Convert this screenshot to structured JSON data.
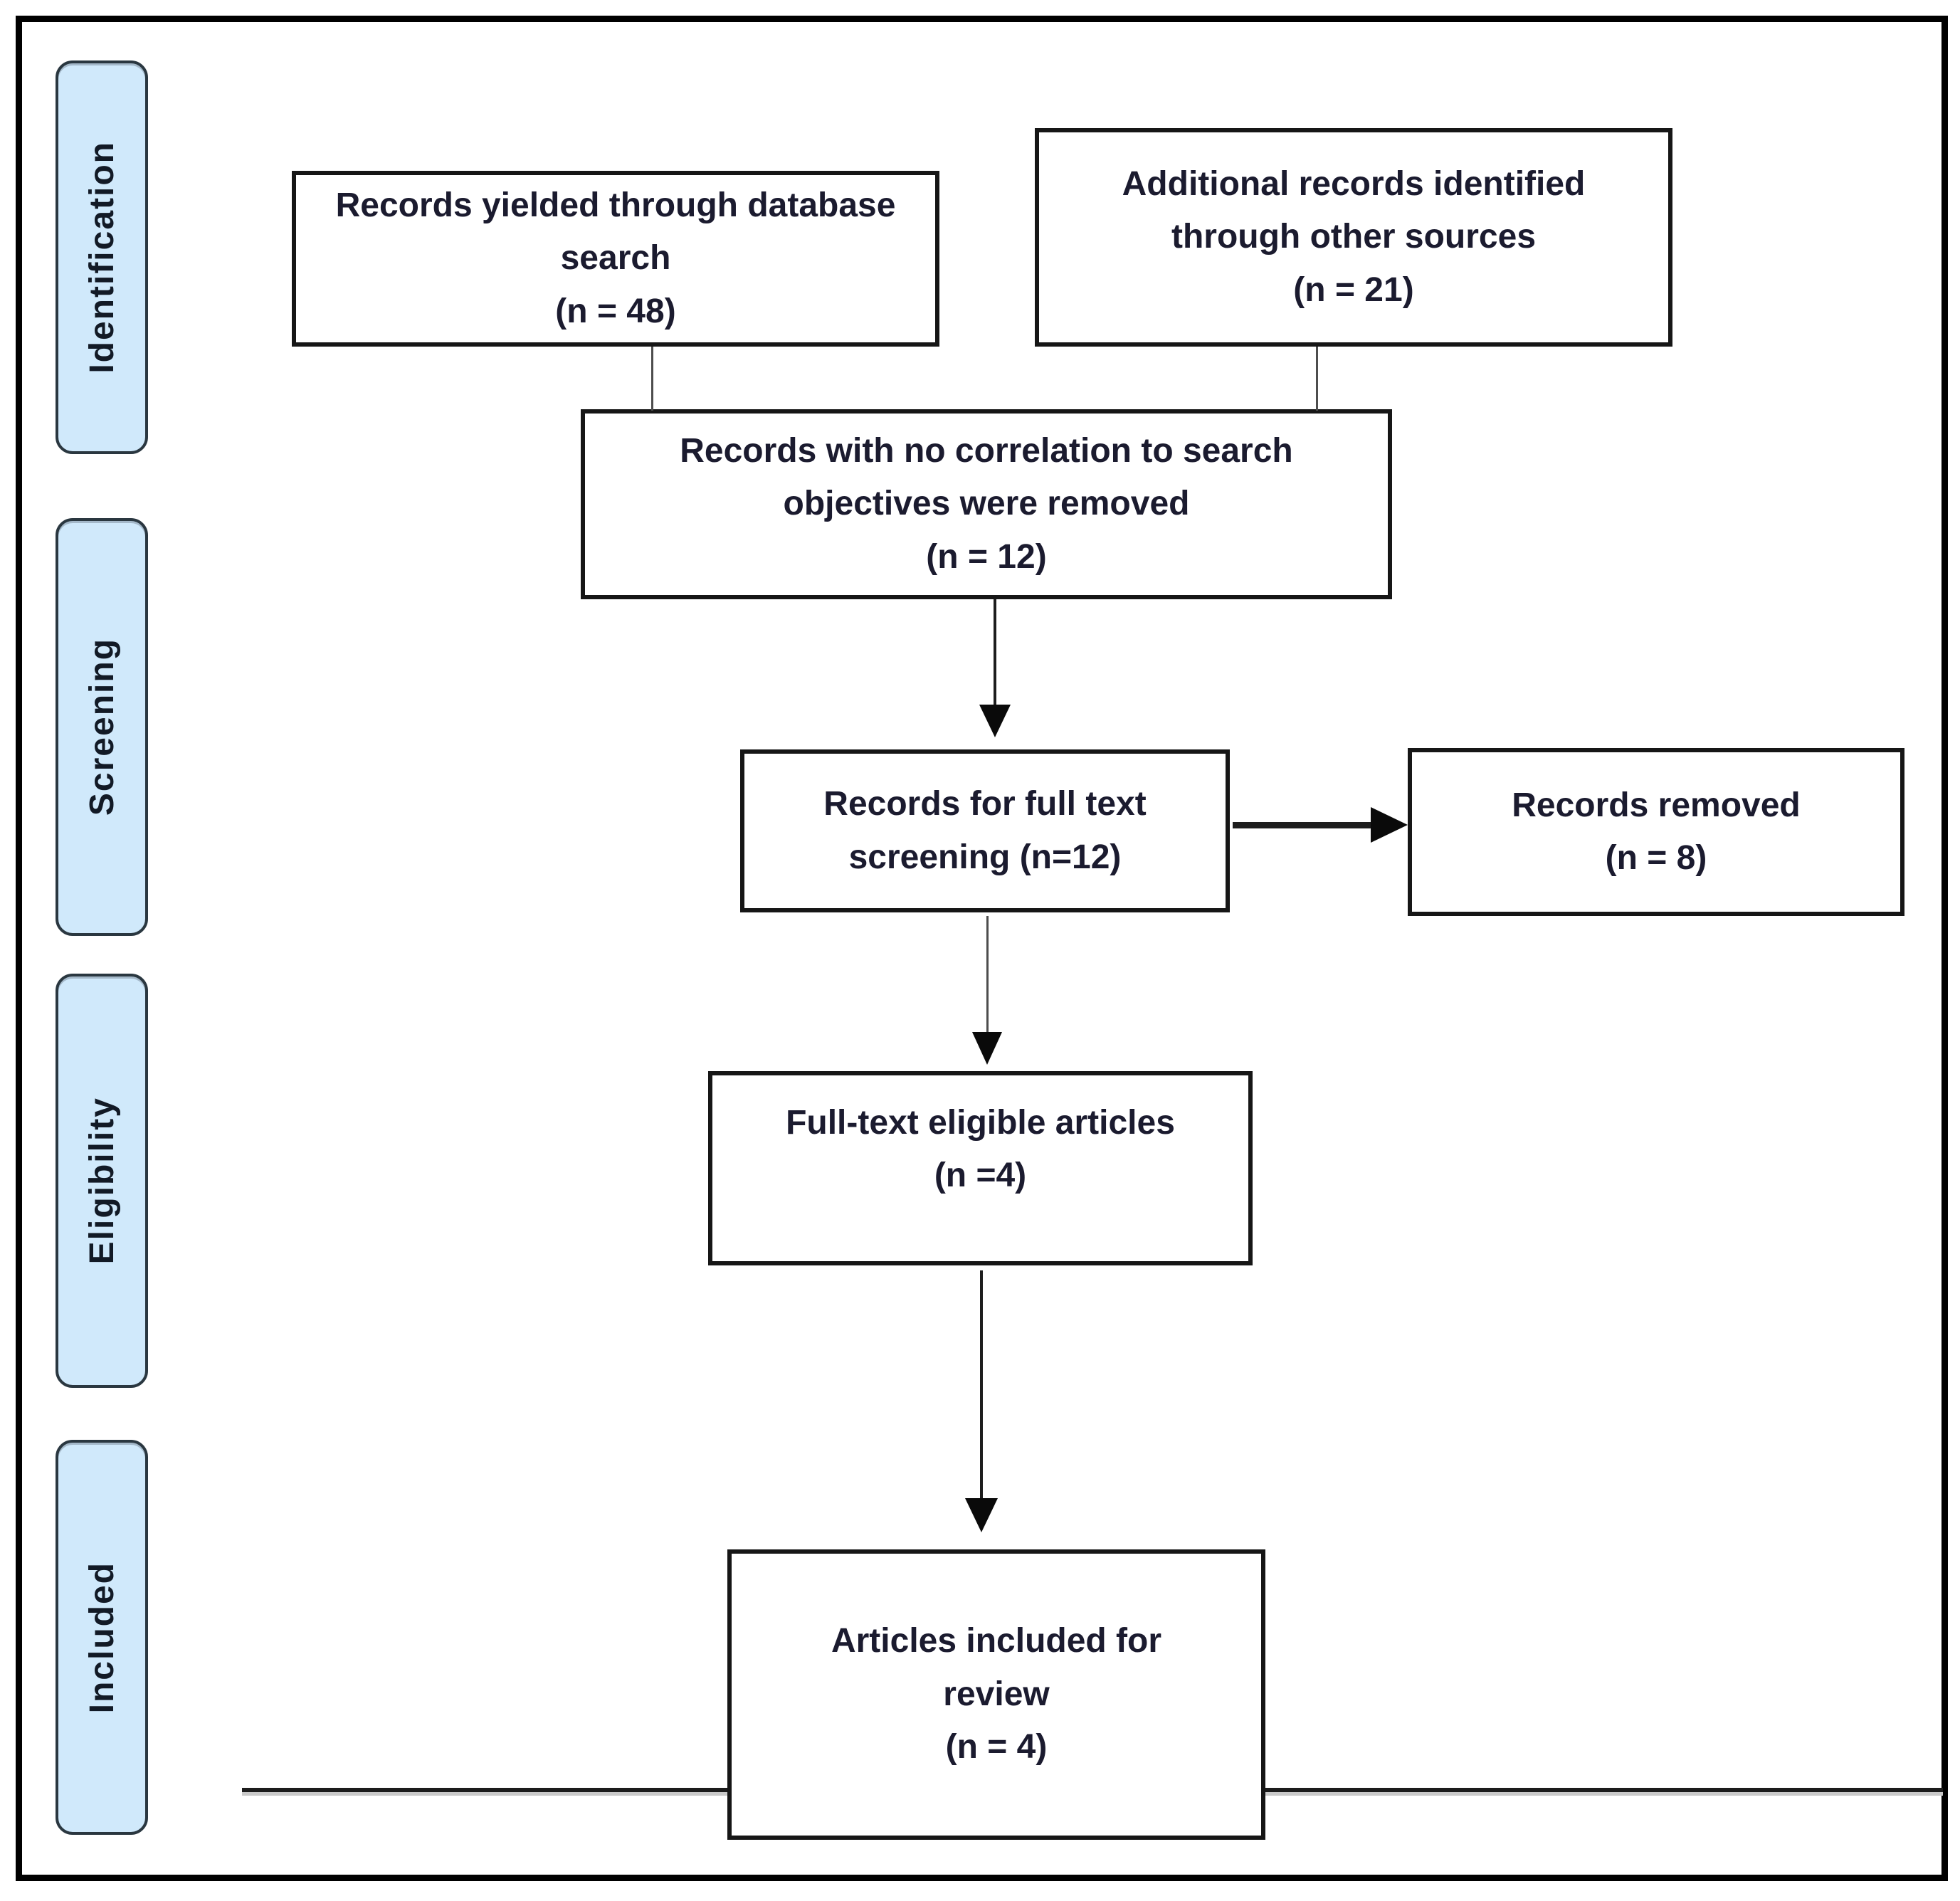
{
  "figure": {
    "stages": [
      {
        "id": "identification",
        "label": "Identification"
      },
      {
        "id": "screening",
        "label": "Screening"
      },
      {
        "id": "eligibility",
        "label": "Eligibility"
      },
      {
        "id": "included",
        "label": "Included"
      }
    ],
    "boxes": [
      {
        "id": "db-search",
        "text": "Records yielded through database\nsearch\n(n = 48)"
      },
      {
        "id": "other-sources",
        "text": "Additional records identified\nthrough other sources\n(n = 21)"
      },
      {
        "id": "no-correlation",
        "text": "Records with no correlation to search\nobjectives were removed\n(n = 12)"
      },
      {
        "id": "full-text-screening",
        "text": "Records for full text\nscreening (n=12)"
      },
      {
        "id": "records-removed",
        "text": "Records removed\n(n = 8)"
      },
      {
        "id": "full-text-eligible",
        "text": "Full-text eligible articles\n(n =4)"
      },
      {
        "id": "articles-included",
        "text": "Articles included for\nreview\n(n = 4)"
      }
    ],
    "counts": {
      "database_search": 48,
      "other_sources": 21,
      "no_correlation_removed": 12,
      "full_text_screening": 12,
      "records_removed": 8,
      "full_text_eligible": 4,
      "included_for_review": 4
    },
    "colors": {
      "stage_fill": "#d0e9fb",
      "stage_border": "#2a3740",
      "box_border": "#161616",
      "text": "#1b1b2f",
      "connector": "#4d4d4d",
      "arrow": "#0a0a0a",
      "frame": "#000000"
    }
  }
}
